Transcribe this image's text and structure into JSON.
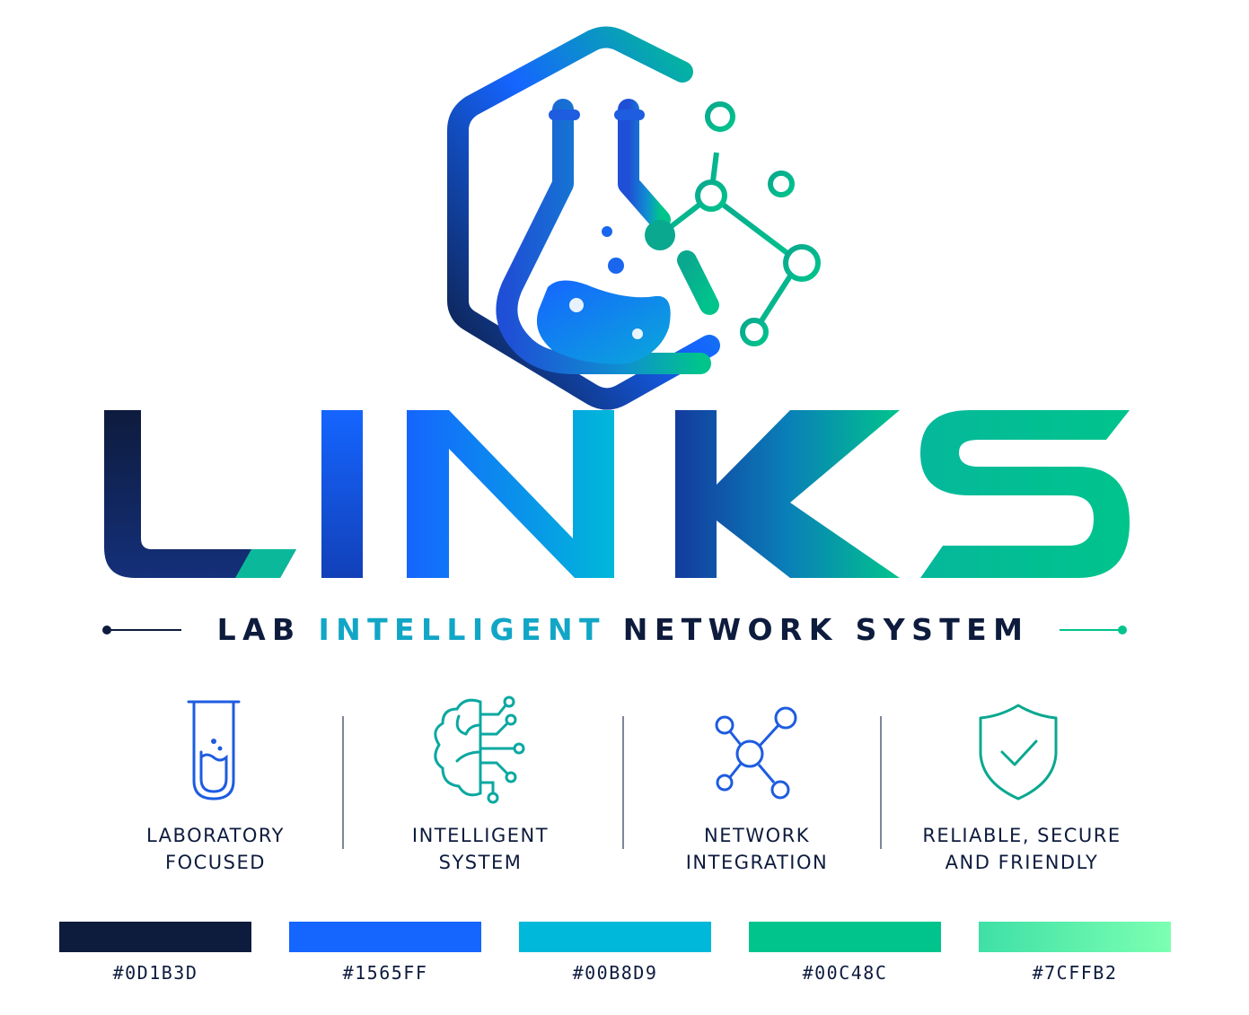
{
  "brand": {
    "wordmark": "LINKS",
    "tagline_words": [
      "LAB",
      "INTELLIGENT",
      "NETWORK",
      "SYSTEM"
    ]
  },
  "features": [
    {
      "icon": "test-tube-icon",
      "line1": "LABORATORY",
      "line2": "FOCUSED"
    },
    {
      "icon": "brain-circuit-icon",
      "line1": "INTELLIGENT",
      "line2": "SYSTEM"
    },
    {
      "icon": "network-nodes-icon",
      "line1": "NETWORK",
      "line2": "INTEGRATION"
    },
    {
      "icon": "shield-check-icon",
      "line1": "RELIABLE, SECURE",
      "line2": "AND FRIENDLY"
    }
  ],
  "palette": [
    {
      "hex": "#0D1B3D"
    },
    {
      "hex": "#1565FF"
    },
    {
      "hex": "#00B8D9"
    },
    {
      "hex": "#00C48C"
    },
    {
      "hex": "#7CFFB2"
    }
  ]
}
